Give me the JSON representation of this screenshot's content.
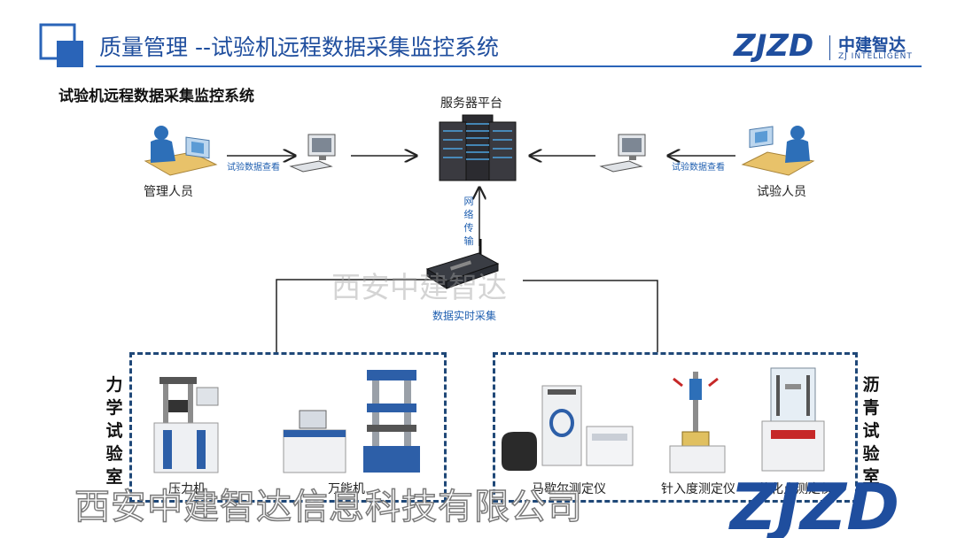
{
  "header": {
    "title": "质量管理 --试验机远程数据采集监控系统",
    "logo_word": "ZJZD",
    "logo_cn": "中建智达",
    "logo_en": "ZJ INTELLIGENT"
  },
  "subtitle": "试验机远程数据采集监控系统",
  "nodes": {
    "server": "服务器平台",
    "manager": "管理人员",
    "tester": "试验人员",
    "collector": "数据实时采集"
  },
  "edges": {
    "left_view": "试验数据查看",
    "right_view": "试验数据查看",
    "network": "网络传输"
  },
  "rooms": {
    "mechanics": {
      "name": "力学试验室",
      "devices": [
        "压力机",
        "万能机"
      ]
    },
    "asphalt": {
      "name": "沥青试验室",
      "devices": [
        "马歇尔测定仪",
        "针入度测定仪",
        "软化点测定仪"
      ]
    }
  },
  "watermarks": {
    "center": "西安中建智达",
    "bottom": "西安中建智达信息科技有限公司",
    "bottom_logo": "ZJZD"
  },
  "colors": {
    "brand_blue": "#1f4e9e",
    "box_border": "#1f4878"
  }
}
